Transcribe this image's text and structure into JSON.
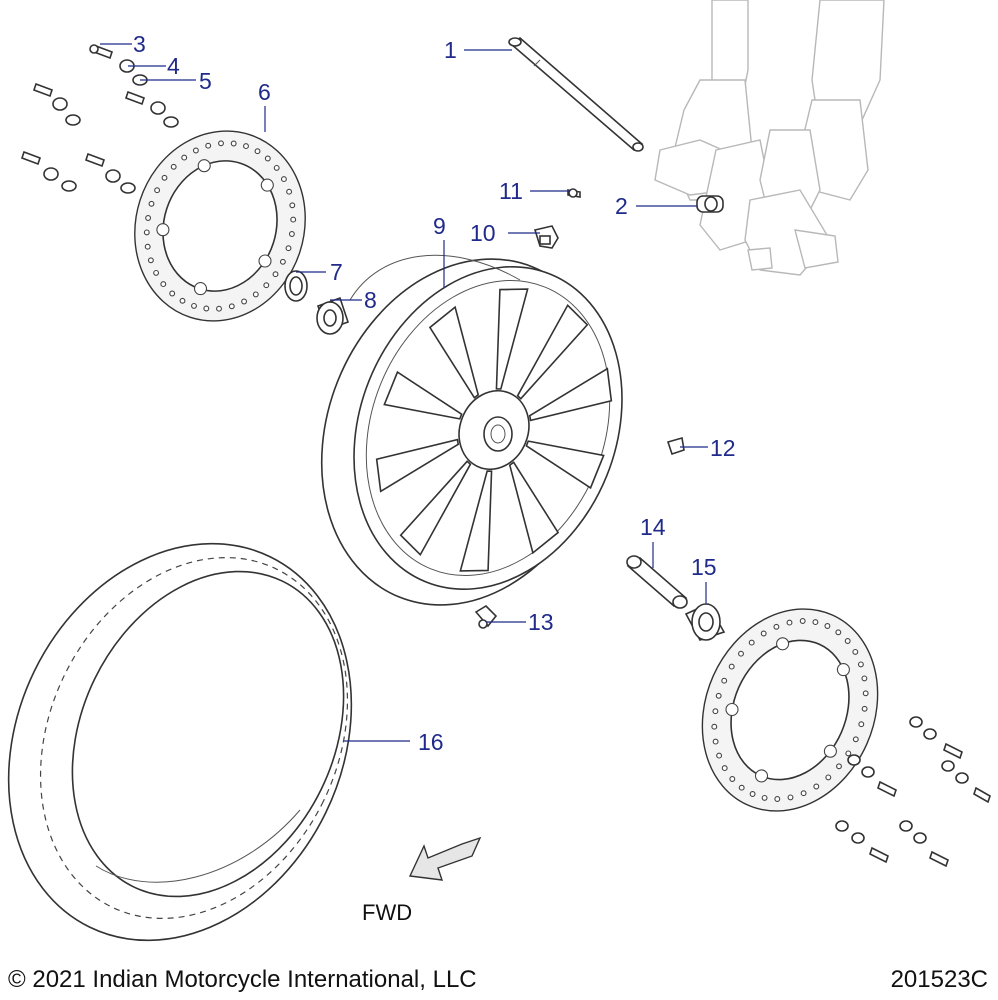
{
  "callouts": [
    {
      "id": "1",
      "text": "1"
    },
    {
      "id": "2",
      "text": "2"
    },
    {
      "id": "3",
      "text": "3"
    },
    {
      "id": "4",
      "text": "4"
    },
    {
      "id": "5",
      "text": "5"
    },
    {
      "id": "6",
      "text": "6"
    },
    {
      "id": "7",
      "text": "7"
    },
    {
      "id": "8",
      "text": "8"
    },
    {
      "id": "9",
      "text": "9"
    },
    {
      "id": "10",
      "text": "10"
    },
    {
      "id": "11",
      "text": "11"
    },
    {
      "id": "12",
      "text": "12"
    },
    {
      "id": "13",
      "text": "13"
    },
    {
      "id": "14",
      "text": "14"
    },
    {
      "id": "15",
      "text": "15"
    },
    {
      "id": "16",
      "text": "16"
    }
  ],
  "fwd_label": "FWD",
  "footer": {
    "copyright": "© 2021 Indian Motorcycle International, LLC",
    "drawing_code": "201523C"
  },
  "colors": {
    "callout": "#1f2a8a",
    "line_art": "#333333",
    "ghost_fork": "#b8b8b8",
    "arrow_fill": "#e6e6e6"
  }
}
